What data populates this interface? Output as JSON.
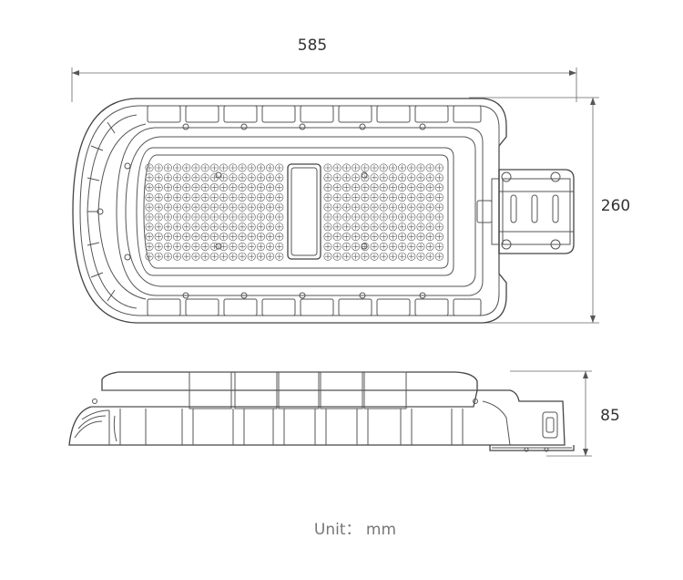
{
  "dimensions": {
    "width": "585",
    "height": "260",
    "depth": "85"
  },
  "unit_label": "Unit： mm",
  "colors": {
    "line": "#555555",
    "text": "#333333",
    "unit_text": "#777777"
  }
}
